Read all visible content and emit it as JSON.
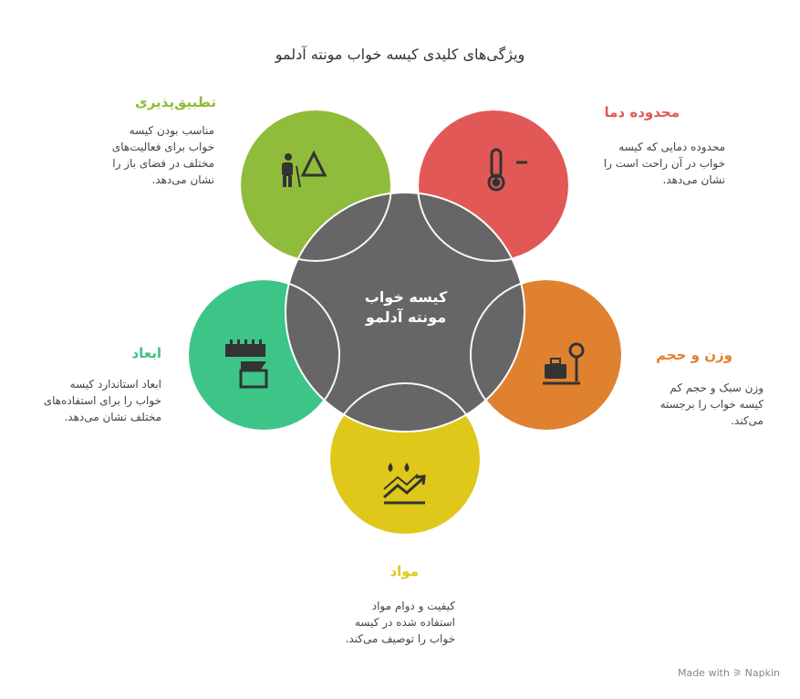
{
  "title": "ویژگی‌های کلیدی کیسه خواب مونته آدلمو",
  "center": {
    "line1": "کیسه خواب",
    "line2": "مونته آدلمو",
    "color": "#666666"
  },
  "features": [
    {
      "id": "applicability",
      "title": "تطبیق‌پذیری",
      "desc": [
        "مناسب بودن کیسه",
        "خواب برای فعالیت‌های",
        "مختلف در فضای باز را",
        "نشان می‌دهد."
      ],
      "color": "#8fbc3a",
      "icon": "hiker-icon"
    },
    {
      "id": "temperature",
      "title": "محدوده دما",
      "desc": [
        "محدوده دمایی که کیسه",
        "خواب در آن راحت است را",
        "نشان می‌دهد."
      ],
      "color": "#e25856",
      "icon": "thermometer-icon"
    },
    {
      "id": "weight",
      "title": "وزن و حجم",
      "desc": [
        "وزن سبک و حجم کم",
        "کیسه خواب را برجسته",
        "می‌کند."
      ],
      "color": "#e0812f",
      "icon": "scale-icon"
    },
    {
      "id": "material",
      "title": "مواد",
      "desc": [
        "کیفیت و دوام مواد",
        "استفاده شده در کیسه",
        "خواب را توصیف می‌کند."
      ],
      "color": "#dfc819",
      "icon": "drops-trend-icon"
    },
    {
      "id": "dimensions",
      "title": "ابعاد",
      "desc": [
        "ابعاد استاندارد کیسه",
        "خواب را برای استفاده‌های",
        "مختلف نشان می‌دهد."
      ],
      "color": "#3dc587",
      "icon": "ruler-icon"
    }
  ],
  "footer": "Made with ⚞ Napkin"
}
